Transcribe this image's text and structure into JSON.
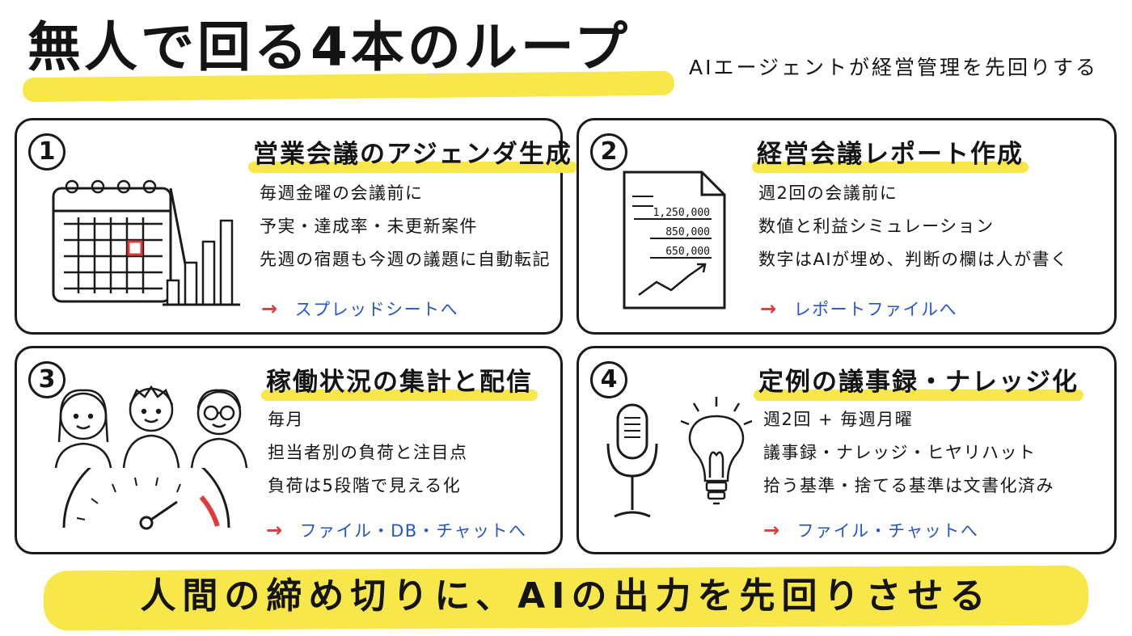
{
  "header": {
    "title": "無人で回る4本のループ",
    "subtitle": "AIエージェントが経営管理を先回りする"
  },
  "colors": {
    "highlight": "#f8e74a",
    "link": "#2456c9",
    "arrow": "#e23a3a",
    "ink": "#141414"
  },
  "cards": [
    {
      "number": "1",
      "title": "営業会議のアジェンダ生成",
      "lines": [
        "毎週金曜の会議前に",
        "予実・達成率・未更新案件",
        "先週の宿題も今週の議題に自動転記"
      ],
      "link": "スプレッドシートへ",
      "illustration": [
        "calendar-icon",
        "bar-chart-icon"
      ]
    },
    {
      "number": "2",
      "title": "経営会議レポート作成",
      "lines": [
        "週2回の会議前に",
        "数値と利益シミュレーション",
        "数字はAIが埋め、判断の欄は人が書く"
      ],
      "link": "レポートファイルへ",
      "illustration": [
        "report-document-icon"
      ],
      "report_figures": [
        "1,250,000",
        "850,000",
        "650,000"
      ]
    },
    {
      "number": "3",
      "title": "稼働状況の集計と配信",
      "lines": [
        "毎月",
        "担当者別の負荷と注目点",
        "負荷は5段階で見える化"
      ],
      "link": "ファイル・DB・チャットへ",
      "illustration": [
        "people-icon",
        "gauge-icon"
      ]
    },
    {
      "number": "4",
      "title": "定例の議事録・ナレッジ化",
      "lines": [
        "週2回 + 毎週月曜",
        "議事録・ナレッジ・ヒヤリハット",
        "拾う基準・捨てる基準は文書化済み"
      ],
      "link": "ファイル・チャットへ",
      "illustration": [
        "microphone-icon",
        "lightbulb-icon"
      ]
    }
  ],
  "footer": {
    "tagline": "人間の締め切りに、AIの出力を先回りさせる"
  }
}
